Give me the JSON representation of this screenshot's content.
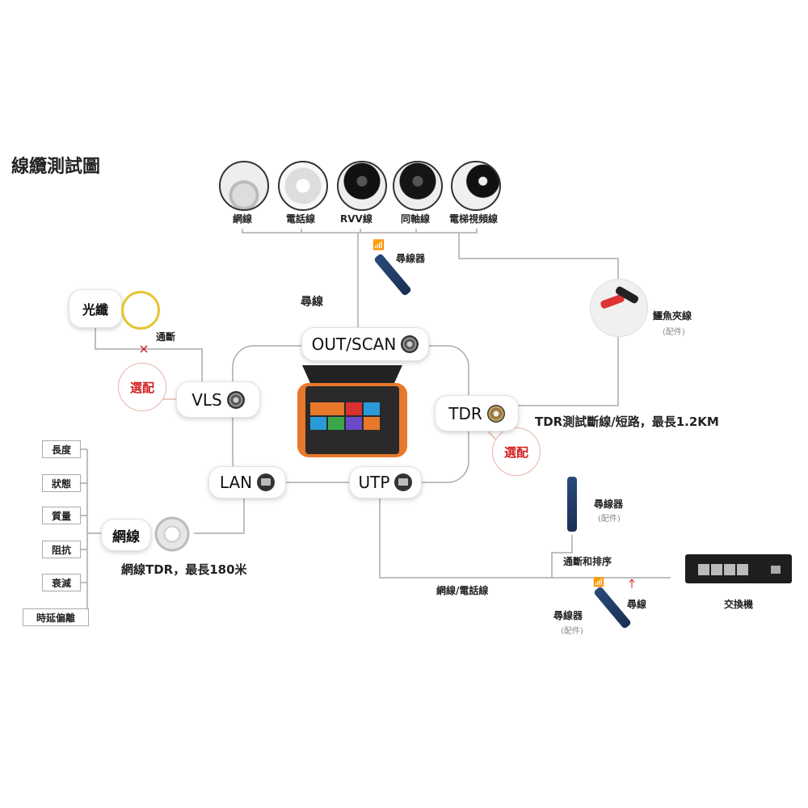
{
  "title": "線纜測試圖",
  "cables": [
    "網線",
    "電話線",
    "RVV線",
    "同軸線",
    "電梯視頻線"
  ],
  "top_tracer_label": "尋線器",
  "trace_label": "尋線",
  "fiber": {
    "label": "光纖",
    "continuity": "通斷"
  },
  "optional": "選配",
  "ports": {
    "out_scan": "OUT/SCAN",
    "vls": "VLS",
    "tdr": "TDR",
    "lan": "LAN",
    "utp": "UTP"
  },
  "tdr_note": "TDR測試斷線/短路，最長1.2KM",
  "clip": {
    "label": "鱷魚夾線",
    "sub": "(配件)"
  },
  "metrics": [
    "長度",
    "狀態",
    "質量",
    "阻抗",
    "衰減",
    "時延偏離"
  ],
  "network_cable": {
    "label": "網線",
    "note": "網線TDR，最長180米"
  },
  "utp_line_label": "網線/電話線",
  "tracer2": {
    "label": "尋線器",
    "sub": "(配件)"
  },
  "continuity_order": "通斷和排序",
  "tracer3": {
    "label": "尋線器",
    "sub": "(配件)",
    "trace": "尋線"
  },
  "switch_label": "交換機",
  "colors": {
    "line": "#aaa",
    "accent_red": "#d42020",
    "device_orange": "#e8782a"
  }
}
